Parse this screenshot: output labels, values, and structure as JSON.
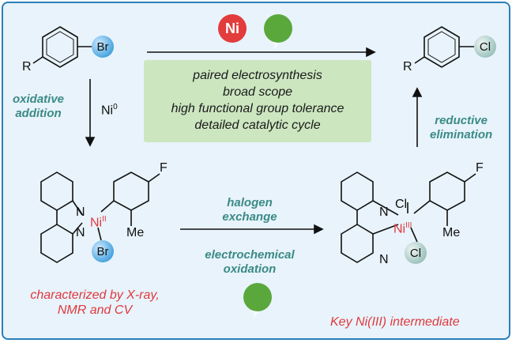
{
  "badges": {
    "ni": "Ni"
  },
  "atoms": {
    "br": "Br",
    "cl": "Cl",
    "r": "R",
    "n": "N",
    "ni": "Ni",
    "f": "F",
    "me": "Me"
  },
  "oxidation": {
    "ii": "II",
    "iii": "III"
  },
  "reagents": {
    "ni0_base": "Ni",
    "ni0_sup": "0"
  },
  "highlights": [
    "paired electrosynthesis",
    "broad scope",
    "high functional group tolerance",
    "detailed catalytic cycle"
  ],
  "steps": {
    "oxidative_addition": [
      "oxidative",
      "addition"
    ],
    "reductive_elimination": [
      "reductive",
      "elimination"
    ],
    "halogen_exchange": [
      "halogen",
      "exchange"
    ],
    "electrochemical_oxidation": [
      "electrochemical",
      "oxidation"
    ]
  },
  "captions": {
    "left": [
      "characterized by X-ray,",
      "NMR and CV"
    ],
    "right": "Key Ni(III) intermediate"
  },
  "colors": {
    "accent_red": "#e0393e",
    "accent_teal": "#3a8a86",
    "highlight_green": "#cce6c0",
    "border_blue": "#2a7fb8",
    "background": "#e8f3fb"
  },
  "icons": [
    "lightning-icon",
    "nickel-badge"
  ]
}
